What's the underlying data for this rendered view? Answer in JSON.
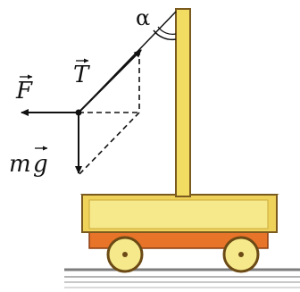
{
  "diagram": {
    "labels": {
      "angle": "α",
      "tension": "T",
      "force": "F",
      "weight_m": "m",
      "weight_g": "g"
    },
    "colors": {
      "vector": "#111111",
      "mast": "#f2dc62",
      "cart_top": "#f6e98c",
      "cart_body": "#efd25a",
      "cart_outline": "#7a5a1e",
      "chassis": "#e8742a",
      "wheel": "#f6e98c",
      "ground": "#9a9a9a"
    }
  }
}
